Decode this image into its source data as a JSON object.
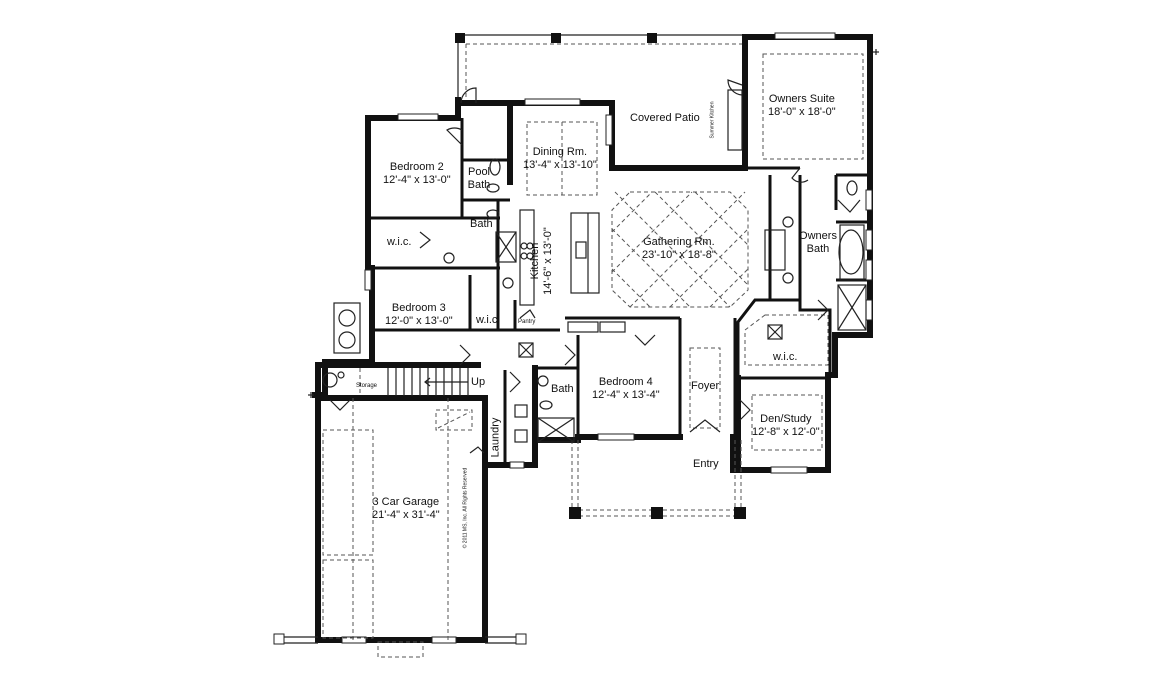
{
  "plan": {
    "rooms": [
      {
        "id": "covered-patio",
        "name": "Covered Patio",
        "dims": ""
      },
      {
        "id": "owners-suite",
        "name": "Owners Suite",
        "dims": "18'-0\" x 18'-0\""
      },
      {
        "id": "dining-rm",
        "name": "Dining Rm.",
        "dims": "13'-4\" x 13'-10\""
      },
      {
        "id": "bedroom-2",
        "name": "Bedroom 2",
        "dims": "12'-4\" x 13'-0\""
      },
      {
        "id": "pool-bath",
        "name": "Pool Bath",
        "dims": ""
      },
      {
        "id": "bath-1",
        "name": "Bath",
        "dims": ""
      },
      {
        "id": "wic-1",
        "name": "w.i.c.",
        "dims": ""
      },
      {
        "id": "kitchen",
        "name": "Kitchen",
        "dims": "14'-6\" x 13'-0\""
      },
      {
        "id": "gathering-rm",
        "name": "Gathering Rm.",
        "dims": "23'-10\" x 18'-8\""
      },
      {
        "id": "owners-bath",
        "name": "Owners Bath",
        "dims": ""
      },
      {
        "id": "bedroom-3",
        "name": "Bedroom 3",
        "dims": "12'-0\" x 13'-0\""
      },
      {
        "id": "wic-2",
        "name": "w.i.c.",
        "dims": ""
      },
      {
        "id": "pantry",
        "name": "Pantry",
        "dims": ""
      },
      {
        "id": "wic-3",
        "name": "w.i.c.",
        "dims": ""
      },
      {
        "id": "storage",
        "name": "Storage",
        "dims": ""
      },
      {
        "id": "bath-2",
        "name": "Bath",
        "dims": ""
      },
      {
        "id": "bedroom-4",
        "name": "Bedroom 4",
        "dims": "12'-4\" x 13'-4\""
      },
      {
        "id": "foyer",
        "name": "Foyer",
        "dims": ""
      },
      {
        "id": "den-study",
        "name": "Den/Study",
        "dims": "12'-8\" x 12'-0\""
      },
      {
        "id": "laundry",
        "name": "Laundry",
        "dims": ""
      },
      {
        "id": "entry",
        "name": "Entry",
        "dims": ""
      },
      {
        "id": "garage",
        "name": "3 Car Garage",
        "dims": "21'-4\" x 31'-4\""
      }
    ],
    "annotations": {
      "stairs_label": "Up",
      "summer_kitchen": "Summer Kitchen",
      "copyright": "© 2011 MS, Inc. All Rights Reserved"
    }
  }
}
